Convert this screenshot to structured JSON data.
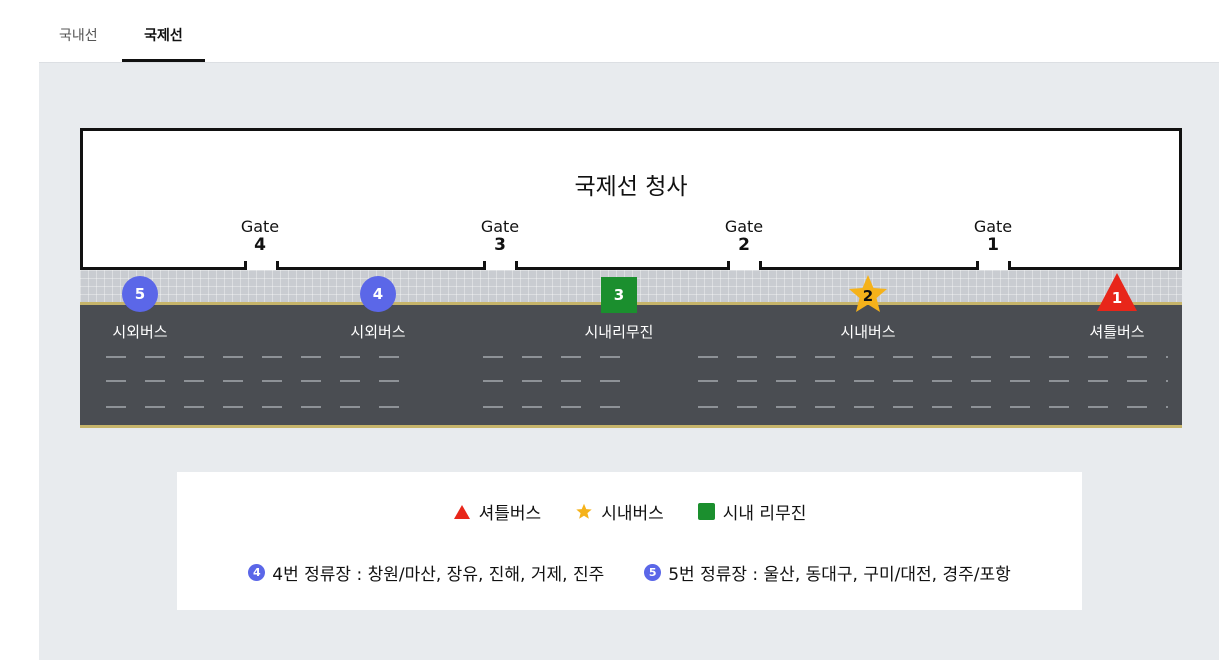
{
  "tabs": [
    {
      "label": "국내선",
      "active": false
    },
    {
      "label": "국제선",
      "active": true
    }
  ],
  "terminal": {
    "title": "국제선 청사"
  },
  "gates": [
    {
      "word": "Gate",
      "number": "4"
    },
    {
      "word": "Gate",
      "number": "3"
    },
    {
      "word": "Gate",
      "number": "2"
    },
    {
      "word": "Gate",
      "number": "1"
    }
  ],
  "stops": [
    {
      "number": "5",
      "shape": "circle-icon",
      "label": "시외버스"
    },
    {
      "number": "4",
      "shape": "circle-icon",
      "label": "시외버스"
    },
    {
      "number": "3",
      "shape": "square-icon",
      "label": "시내리무진"
    },
    {
      "number": "2",
      "shape": "star-icon",
      "label": "시내버스"
    },
    {
      "number": "1",
      "shape": "triangle-icon",
      "label": "셔틀버스"
    }
  ],
  "legend": {
    "types": [
      {
        "icon": "triangle-icon",
        "label": "셔틀버스",
        "color": "#e8261a"
      },
      {
        "icon": "star-icon",
        "label": "시내버스",
        "color": "#f5b21a"
      },
      {
        "icon": "square-icon",
        "label": "시내 리무진",
        "color": "#1b8f2e"
      }
    ],
    "stops": [
      {
        "number": "4",
        "text": "4번 정류장 : 창원/마산, 장유, 진해, 거제, 진주"
      },
      {
        "number": "5",
        "text": "5번 정류장 : 울산, 동대구, 구미/대전, 경주/포항"
      }
    ]
  },
  "colors": {
    "circle_marker": "#5b67e8",
    "square_marker": "#1b8f2e",
    "star_marker": "#f5b21a",
    "triangle_marker": "#e8261a",
    "road": "#4a4d52",
    "panel_background": "#e8ebee"
  }
}
